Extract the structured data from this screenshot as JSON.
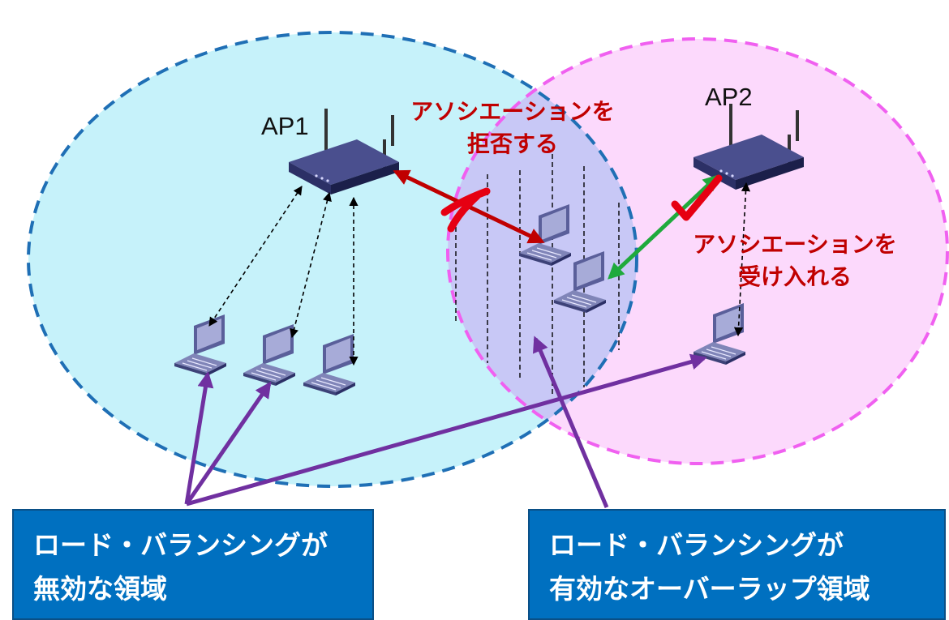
{
  "access_points": [
    {
      "id": "ap1",
      "label": "AP1"
    },
    {
      "id": "ap2",
      "label": "AP2"
    }
  ],
  "annotations": {
    "reject": {
      "lines": [
        "アソシエーションを",
        "拒否する"
      ],
      "color": "#c00000"
    },
    "accept": {
      "lines": [
        "アソシエーションを",
        "受け入れる"
      ],
      "color": "#c00000"
    }
  },
  "callouts": {
    "disabled": {
      "lines": [
        "ロード・バランシングが",
        "無効な領域"
      ]
    },
    "enabled": {
      "lines": [
        "ロード・バランシングが",
        "有効なオーバーラップ領域"
      ]
    }
  },
  "colors": {
    "ap1_zone_fill": "#c6f2fa",
    "ap1_zone_border": "#1f6fb5",
    "ap2_zone_fill": "#fcd9fc",
    "ap2_zone_border": "#f060f0",
    "overlap_fill": "#c8c8f6",
    "reject_arrow": "#c00000",
    "accept_arrow": "#1faa3c",
    "callout_arrow": "#7030a0",
    "callout_box": "#0070c0"
  }
}
